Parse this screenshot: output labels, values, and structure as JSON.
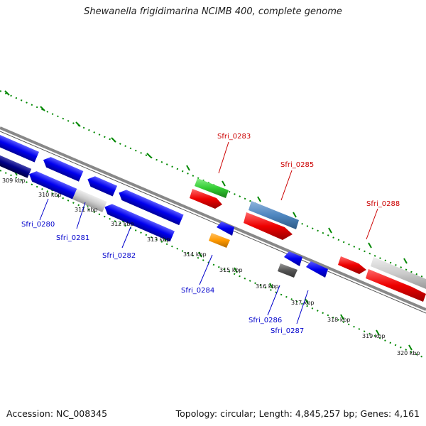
{
  "title": "Shewanella frigidimarina NCIMB 400, complete genome",
  "footer": {
    "accession": "Accession: NC_008345",
    "summary": "Topology: circular; Length: 4,845,257 bp; Genes: 4,161"
  },
  "ticks": [
    "309 kbp",
    "310 kbp",
    "311 kbp",
    "312 kbp",
    "313 kbp",
    "314 kbp",
    "315 kbp",
    "316 kbp",
    "317 kbp",
    "318 kbp",
    "319 kbp",
    "320 kbp"
  ],
  "genes": [
    {
      "name": "Sfri_0280",
      "color": "#0000cc"
    },
    {
      "name": "Sfri_0281",
      "color": "#0000cc"
    },
    {
      "name": "Sfri_0282",
      "color": "#0000cc"
    },
    {
      "name": "Sfri_0283",
      "color": "#cc0000"
    },
    {
      "name": "Sfri_0284",
      "color": "#0000cc"
    },
    {
      "name": "Sfri_0285",
      "color": "#cc0000"
    },
    {
      "name": "Sfri_0286",
      "color": "#0000cc"
    },
    {
      "name": "Sfri_0287",
      "color": "#0000cc"
    },
    {
      "name": "Sfri_0288",
      "color": "#cc0000"
    }
  ],
  "colors": {
    "forward_cds": "#ee0000",
    "reverse_cds": "#0000ee",
    "dark_blue": "#000088",
    "light_gray": "#cccccc",
    "gray": "#555555",
    "green": "#33cc33",
    "steel_blue": "#4f87c0",
    "orange": "#ff9900",
    "backbone": "#777777",
    "dotted": "#008800"
  }
}
